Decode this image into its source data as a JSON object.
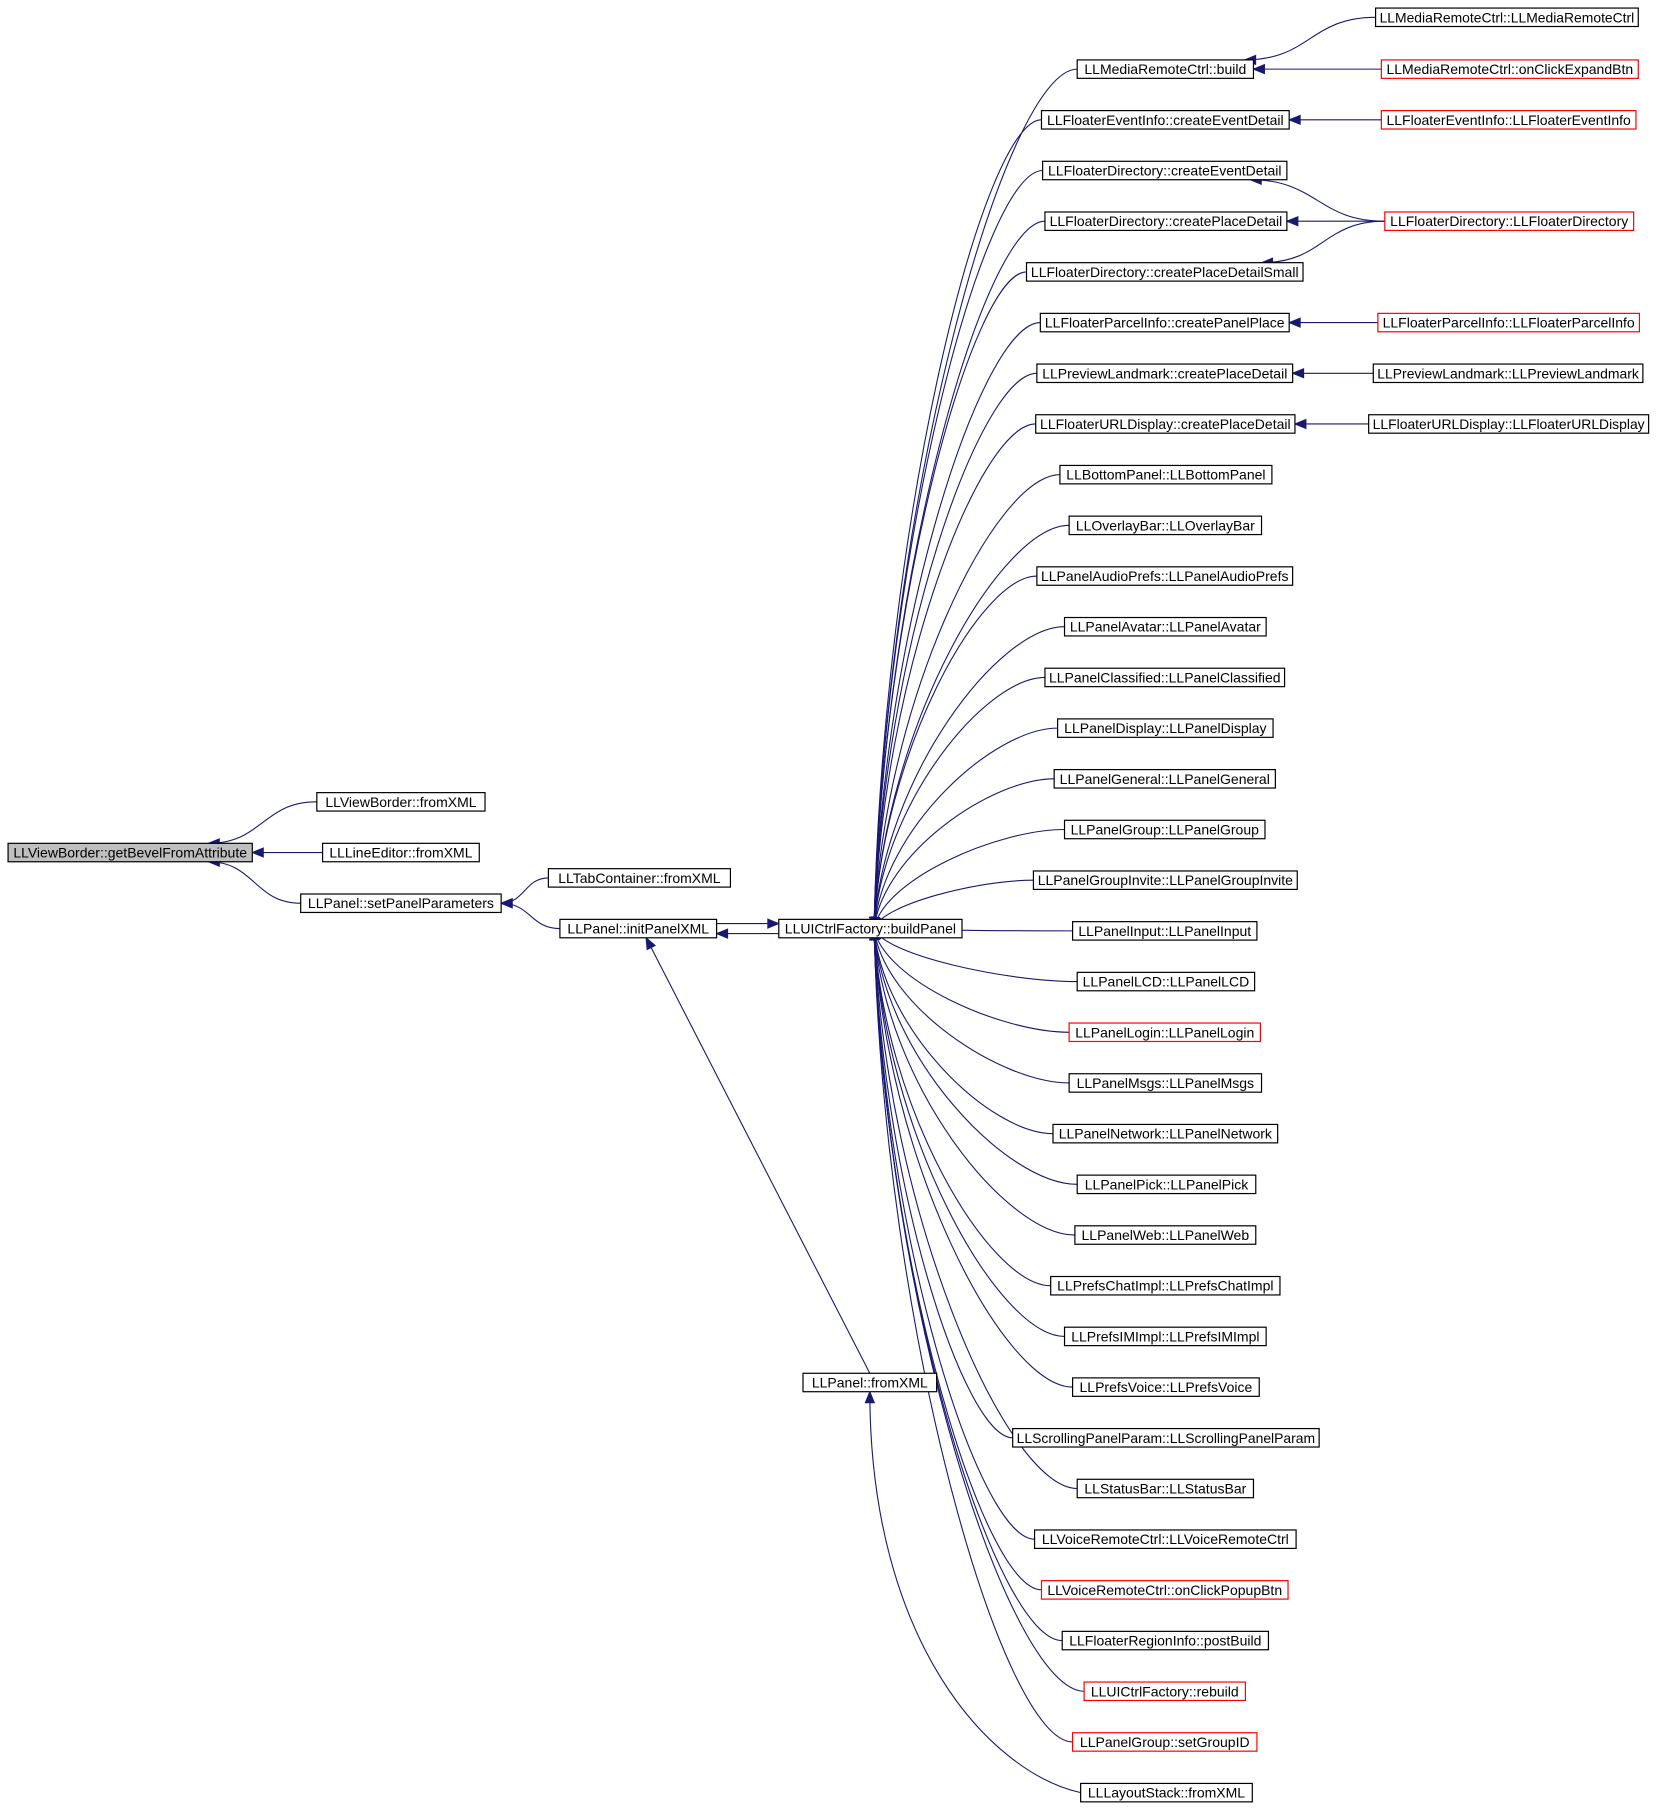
{
  "graph": {
    "edge_color": "#191970",
    "root_fill": "#bfbfbf",
    "red_border": "#ff0000",
    "nodes": {
      "n0": {
        "label": "LLViewBorder::getBevelFromAttribute",
        "style": "root"
      },
      "n1": {
        "label": "LLViewBorder::fromXML",
        "style": "normal"
      },
      "n2": {
        "label": "LLLineEditor::fromXML",
        "style": "normal"
      },
      "n3": {
        "label": "LLPanel::setPanelParameters",
        "style": "normal"
      },
      "n4": {
        "label": "LLTabContainer::fromXML",
        "style": "normal"
      },
      "n5": {
        "label": "LLPanel::initPanelXML",
        "style": "normal"
      },
      "n6": {
        "label": "LLUICtrlFactory::buildPanel",
        "style": "normal"
      },
      "n7": {
        "label": "LLPanel::fromXML",
        "style": "normal"
      },
      "m1": {
        "label": "LLMediaRemoteCtrl::build",
        "style": "normal"
      },
      "m2": {
        "label": "LLFloaterEventInfo::createEventDetail",
        "style": "normal"
      },
      "m3": {
        "label": "LLFloaterDirectory::createEventDetail",
        "style": "normal"
      },
      "m4": {
        "label": "LLFloaterDirectory::createPlaceDetail",
        "style": "normal"
      },
      "m5": {
        "label": "LLFloaterDirectory::createPlaceDetailSmall",
        "style": "normal"
      },
      "m6": {
        "label": "LLFloaterParcelInfo::createPanelPlace",
        "style": "normal"
      },
      "m7": {
        "label": "LLPreviewLandmark::createPlaceDetail",
        "style": "normal"
      },
      "m8": {
        "label": "LLFloaterURLDisplay::createPlaceDetail",
        "style": "normal"
      },
      "m9": {
        "label": "LLBottomPanel::LLBottomPanel",
        "style": "normal"
      },
      "m10": {
        "label": "LLOverlayBar::LLOverlayBar",
        "style": "normal"
      },
      "m11": {
        "label": "LLPanelAudioPrefs::LLPanelAudioPrefs",
        "style": "normal"
      },
      "m12": {
        "label": "LLPanelAvatar::LLPanelAvatar",
        "style": "normal"
      },
      "m13": {
        "label": "LLPanelClassified::LLPanelClassified",
        "style": "normal"
      },
      "m14": {
        "label": "LLPanelDisplay::LLPanelDisplay",
        "style": "normal"
      },
      "m15": {
        "label": "LLPanelGeneral::LLPanelGeneral",
        "style": "normal"
      },
      "m16": {
        "label": "LLPanelGroup::LLPanelGroup",
        "style": "normal"
      },
      "m17": {
        "label": "LLPanelGroupInvite::LLPanelGroupInvite",
        "style": "normal"
      },
      "m18": {
        "label": "LLPanelInput::LLPanelInput",
        "style": "normal"
      },
      "m19": {
        "label": "LLPanelLCD::LLPanelLCD",
        "style": "normal"
      },
      "m20": {
        "label": "LLPanelLogin::LLPanelLogin",
        "style": "red"
      },
      "m21": {
        "label": "LLPanelMsgs::LLPanelMsgs",
        "style": "normal"
      },
      "m22": {
        "label": "LLPanelNetwork::LLPanelNetwork",
        "style": "normal"
      },
      "m23": {
        "label": "LLPanelPick::LLPanelPick",
        "style": "normal"
      },
      "m24": {
        "label": "LLPanelWeb::LLPanelWeb",
        "style": "normal"
      },
      "m25": {
        "label": "LLPrefsChatImpl::LLPrefsChatImpl",
        "style": "normal"
      },
      "m26": {
        "label": "LLPrefsIMImpl::LLPrefsIMImpl",
        "style": "normal"
      },
      "m27": {
        "label": "LLPrefsVoice::LLPrefsVoice",
        "style": "normal"
      },
      "m28": {
        "label": "LLScrollingPanelParam::LLScrollingPanelParam",
        "style": "normal"
      },
      "m29": {
        "label": "LLStatusBar::LLStatusBar",
        "style": "normal"
      },
      "m30": {
        "label": "LLVoiceRemoteCtrl::LLVoiceRemoteCtrl",
        "style": "normal"
      },
      "m31": {
        "label": "LLVoiceRemoteCtrl::onClickPopupBtn",
        "style": "red"
      },
      "m32": {
        "label": "LLFloaterRegionInfo::postBuild",
        "style": "normal"
      },
      "m33": {
        "label": "LLUICtrlFactory::rebuild",
        "style": "red"
      },
      "m34": {
        "label": "LLPanelGroup::setGroupID",
        "style": "red"
      },
      "m35": {
        "label": "LLLayoutStack::fromXML",
        "style": "normal"
      },
      "r1": {
        "label": "LLMediaRemoteCtrl::LLMediaRemoteCtrl",
        "style": "normal"
      },
      "r2": {
        "label": "LLMediaRemoteCtrl::onClickExpandBtn",
        "style": "red"
      },
      "r3": {
        "label": "LLFloaterEventInfo::LLFloaterEventInfo",
        "style": "red"
      },
      "r4": {
        "label": "LLFloaterDirectory::LLFloaterDirectory",
        "style": "red"
      },
      "r5": {
        "label": "LLFloaterParcelInfo::LLFloaterParcelInfo",
        "style": "red"
      },
      "r6": {
        "label": "LLPreviewLandmark::LLPreviewLandmark",
        "style": "normal"
      },
      "r7": {
        "label": "LLFloaterURLDisplay::LLFloaterURLDisplay",
        "style": "normal"
      }
    },
    "edges": [
      [
        "n1",
        "n0"
      ],
      [
        "n2",
        "n0"
      ],
      [
        "n3",
        "n0"
      ],
      [
        "n4",
        "n3"
      ],
      [
        "n5",
        "n3"
      ],
      [
        "n6",
        "n5"
      ],
      [
        "n5",
        "n6"
      ],
      [
        "n7",
        "n5"
      ],
      [
        "m1",
        "n6"
      ],
      [
        "m2",
        "n6"
      ],
      [
        "m3",
        "n6"
      ],
      [
        "m4",
        "n6"
      ],
      [
        "m5",
        "n6"
      ],
      [
        "m6",
        "n6"
      ],
      [
        "m7",
        "n6"
      ],
      [
        "m8",
        "n6"
      ],
      [
        "m9",
        "n6"
      ],
      [
        "m10",
        "n6"
      ],
      [
        "m11",
        "n6"
      ],
      [
        "m12",
        "n6"
      ],
      [
        "m13",
        "n6"
      ],
      [
        "m14",
        "n6"
      ],
      [
        "m15",
        "n6"
      ],
      [
        "m16",
        "n6"
      ],
      [
        "m17",
        "n6"
      ],
      [
        "m18",
        "n6"
      ],
      [
        "m19",
        "n6"
      ],
      [
        "m20",
        "n6"
      ],
      [
        "m21",
        "n6"
      ],
      [
        "m22",
        "n6"
      ],
      [
        "m23",
        "n6"
      ],
      [
        "m24",
        "n6"
      ],
      [
        "m25",
        "n6"
      ],
      [
        "m26",
        "n6"
      ],
      [
        "m27",
        "n6"
      ],
      [
        "m28",
        "n6"
      ],
      [
        "m29",
        "n6"
      ],
      [
        "m30",
        "n6"
      ],
      [
        "m31",
        "n6"
      ],
      [
        "m32",
        "n6"
      ],
      [
        "m33",
        "n6"
      ],
      [
        "m34",
        "n6"
      ],
      [
        "m35",
        "n7"
      ],
      [
        "r1",
        "m1"
      ],
      [
        "r2",
        "m1"
      ],
      [
        "r3",
        "m2"
      ],
      [
        "r4",
        "m3"
      ],
      [
        "r4",
        "m4"
      ],
      [
        "r4",
        "m5"
      ],
      [
        "r5",
        "m6"
      ],
      [
        "r6",
        "m7"
      ],
      [
        "r7",
        "m8"
      ]
    ]
  }
}
